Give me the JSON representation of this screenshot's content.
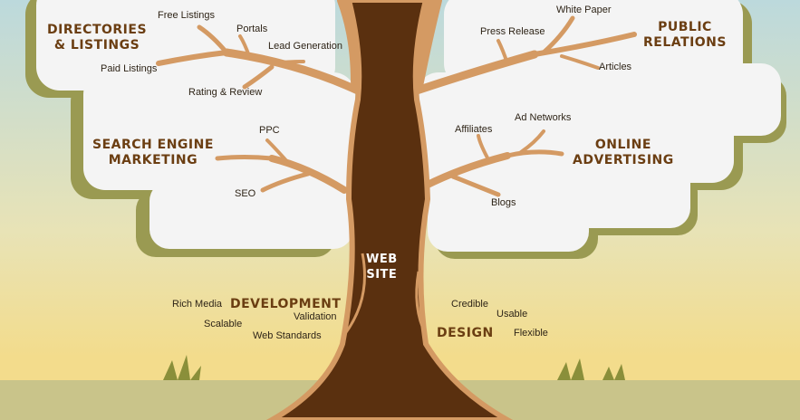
{
  "center": {
    "line1": "WEB",
    "line2": "SITE"
  },
  "categories": {
    "directories": {
      "line1": "DIRECTORIES",
      "line2": "& LISTINGS",
      "items": [
        "Free Listings",
        "Portals",
        "Lead Generation",
        "Paid Listings",
        "Rating & Review"
      ]
    },
    "public_relations": {
      "line1": "PUBLIC",
      "line2": "RELATIONS",
      "items": [
        "White Paper",
        "Press Release",
        "Articles"
      ]
    },
    "search_engine_marketing": {
      "line1": "SEARCH ENGINE",
      "line2": "MARKETING",
      "items": [
        "PPC",
        "SEO"
      ]
    },
    "online_advertising": {
      "line1": "ONLINE",
      "line2": "ADVERTISING",
      "items": [
        "Ad Networks",
        "Affiliates",
        "Blogs"
      ]
    },
    "development": {
      "label": "DEVELOPMENT",
      "items": [
        "Rich Media",
        "Validation",
        "Scalable",
        "Web Standards"
      ]
    },
    "design": {
      "label": "DESIGN",
      "items": [
        "Credible",
        "Usable",
        "Flexible"
      ]
    }
  },
  "colors": {
    "sky_top": "#bcd9dc",
    "sky_bottom": "#f3dc8c",
    "ground": "#c9c48a",
    "cloud": "#f4f4f4",
    "cloud_shadow": "#9a9a52",
    "trunk": "#5a300f",
    "trunk_outline": "#d49a63",
    "branch": "#d49a63",
    "category_text": "#6b3e12"
  }
}
